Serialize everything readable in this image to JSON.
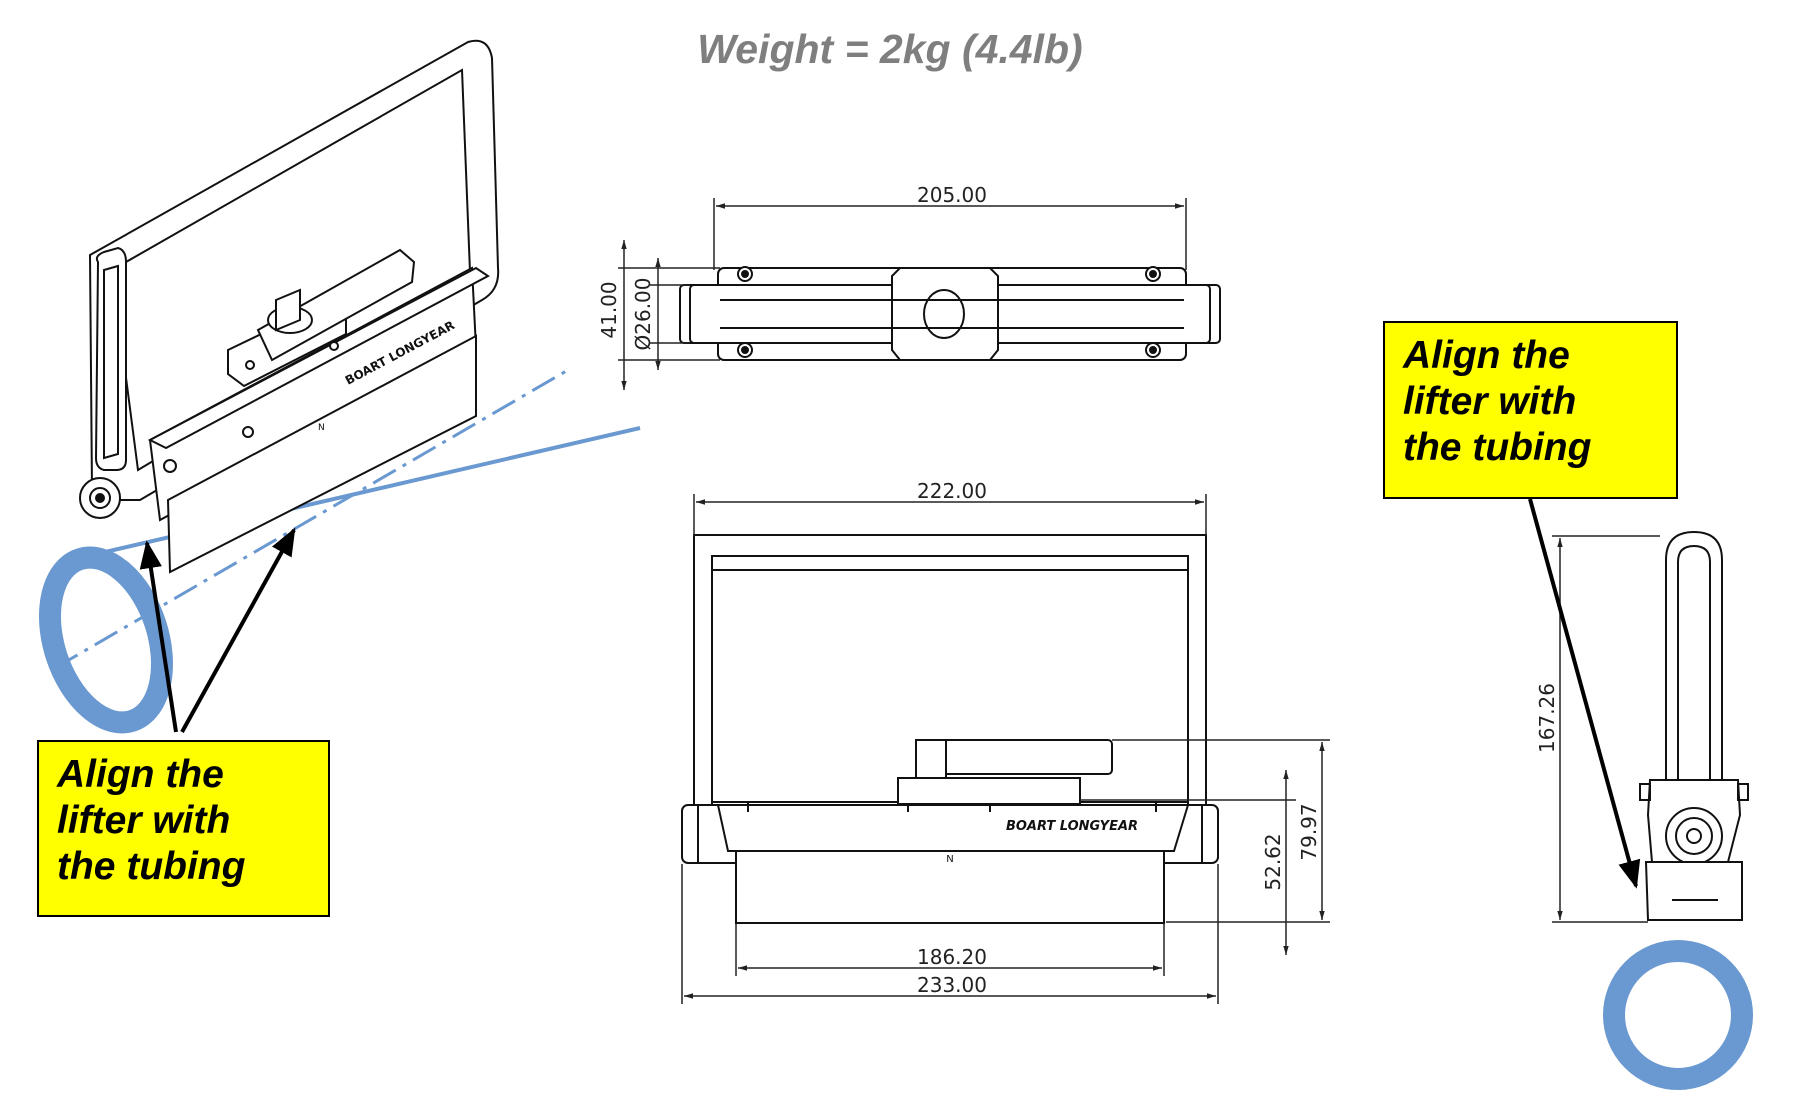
{
  "title": "Weight = 2kg (4.4lb)",
  "callouts": {
    "left": {
      "lines": [
        "Align the",
        "lifter with",
        "the tubing"
      ]
    },
    "right": {
      "lines": [
        "Align the",
        "lifter with",
        "the tubing"
      ]
    }
  },
  "brand_label": "BOART LONGYEAR",
  "dimensions": {
    "top_view_length": "205.00",
    "top_view_height": "41.00",
    "top_view_diameter": "Ø26.00",
    "front_view_width": "222.00",
    "front_view_inner_width": "186.20",
    "front_view_overall_width": "233.00",
    "front_view_height_1": "79.97",
    "front_view_height_2": "52.62",
    "side_view_height": "167.26"
  },
  "colors": {
    "tube": "#6a98d0",
    "callout_bg": "#ffff00",
    "title": "#7f7f7f"
  }
}
